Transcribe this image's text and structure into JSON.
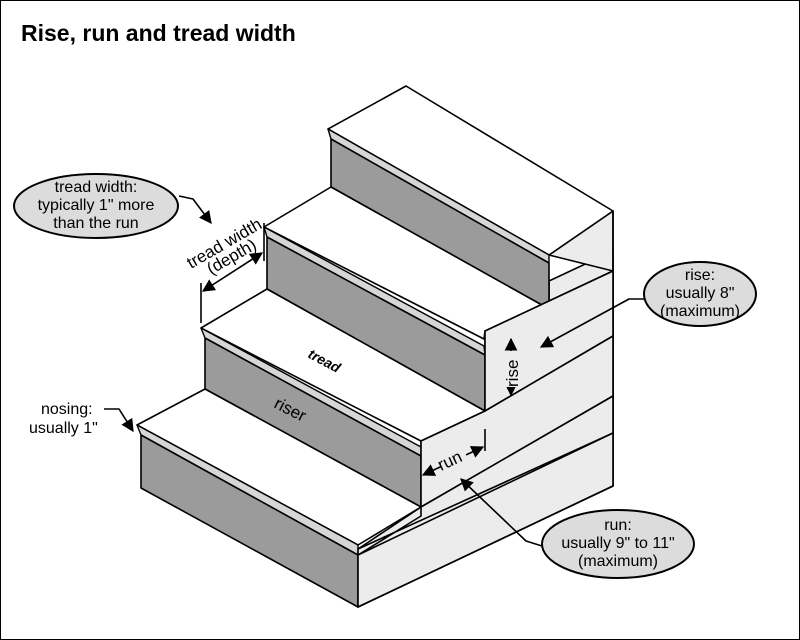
{
  "title": "Rise, run and tread width",
  "labels": {
    "tread_width_dim_line1": "tread width",
    "tread_width_dim_line2": "(depth)",
    "tread": "tread",
    "riser": "riser",
    "rise_dim": "rise",
    "run_dim": "run",
    "nosing_line1": "nosing:",
    "nosing_line2": "usually 1\""
  },
  "callouts": {
    "tread_width": [
      "tread width:",
      "typically 1\" more",
      "than the run"
    ],
    "rise": [
      "rise:",
      "usually 8\"",
      "(maximum)"
    ],
    "run": [
      "run:",
      "usually 9\" to 11\"",
      "(maximum)"
    ]
  }
}
